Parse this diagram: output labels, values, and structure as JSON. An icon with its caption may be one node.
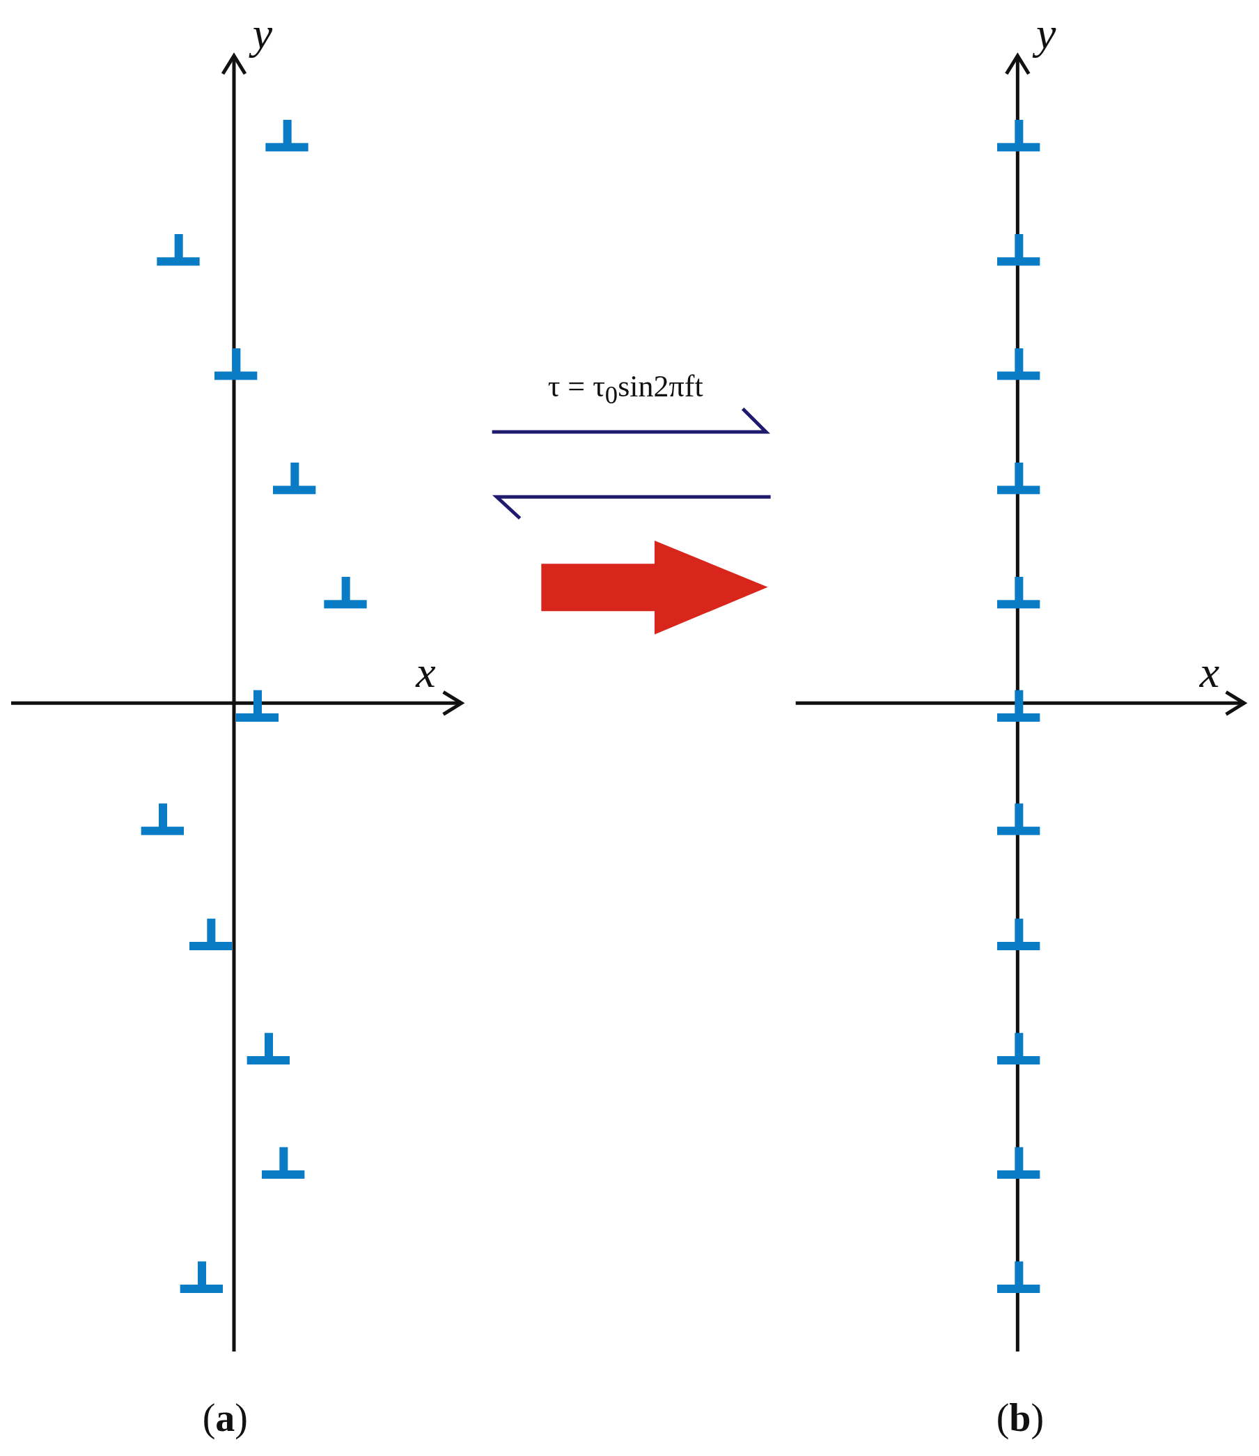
{
  "diagram": {
    "labels": [
      "y",
      "y",
      "τ = τ$_{0}$sin2πft",
      "x",
      "x",
      "(**a**)",
      "(**b**)"
    ]
  }
}
